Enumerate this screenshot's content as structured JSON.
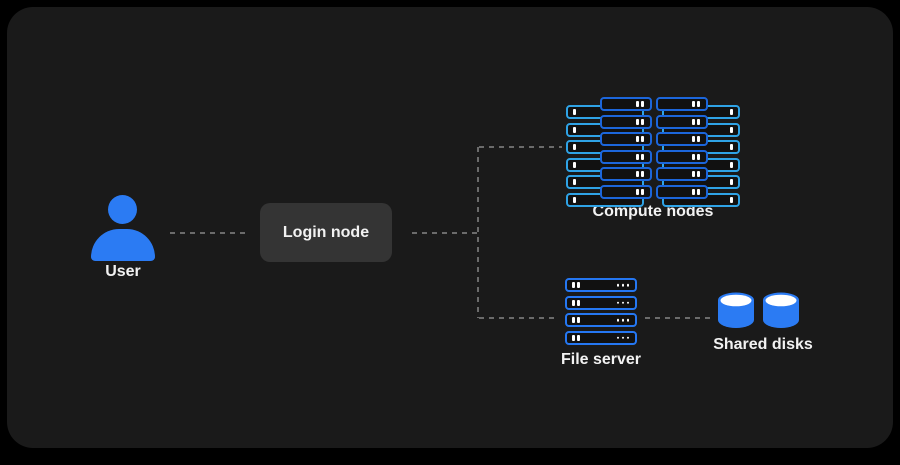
{
  "labels": {
    "user": "User",
    "login_node": "Login node",
    "compute_nodes": "Compute nodes",
    "file_server": "File server",
    "shared_disks": "Shared disks"
  },
  "colors": {
    "background": "#000000",
    "panel": "#1a1a1a",
    "accent_blue": "#2b7bf3",
    "compute_front_border": "#1c66db",
    "compute_back_border": "#2fa3e6",
    "file_server_border": "#2577f2",
    "login_box": "#343434",
    "connector": "#6b6b6b",
    "text": "#f2f2f2",
    "marks": "#ffffff"
  },
  "counts": {
    "compute_node_columns": 2,
    "compute_front_rows_per_column": 6,
    "compute_back_rows_per_column": 6,
    "file_server_rows": 4,
    "shared_disk_count": 2
  },
  "connections": [
    {
      "from": "user",
      "to": "login-node",
      "style": "dashed"
    },
    {
      "from": "login-node",
      "to": "compute-nodes",
      "style": "dashed"
    },
    {
      "from": "login-node",
      "to": "file-server",
      "style": "dashed"
    },
    {
      "from": "file-server",
      "to": "shared-disks",
      "style": "dashed"
    }
  ]
}
